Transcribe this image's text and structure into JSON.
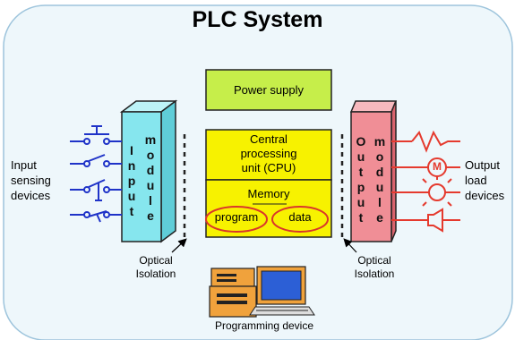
{
  "title": "PLC System",
  "blocks": {
    "power_supply": "Power supply",
    "cpu": [
      "Central",
      "processing",
      "unit (CPU)"
    ],
    "memory": "Memory",
    "program": "program",
    "data": "data"
  },
  "input_module": {
    "col1": [
      "I",
      "n",
      "p",
      "u",
      "t"
    ],
    "col2": [
      "m",
      "o",
      "d",
      "u",
      "l",
      "e"
    ]
  },
  "output_module": {
    "col1": [
      "O",
      "u",
      "t",
      "p",
      "u",
      "t"
    ],
    "col2": [
      "m",
      "o",
      "d",
      "u",
      "l",
      "e"
    ]
  },
  "labels": {
    "input_devices": [
      "Input",
      "sensing",
      "devices"
    ],
    "output_devices": [
      "Output",
      "load",
      "devices"
    ],
    "optical_left": [
      "Optical",
      "Isolation"
    ],
    "optical_right": [
      "Optical",
      "Isolation"
    ],
    "programming_device": "Programming device",
    "motor_symbol": "M"
  },
  "colors": {
    "background_panel": "#eef7fb",
    "border": "#9dc4dc",
    "power_supply": "#c6ee4a",
    "cpu_memory": "#f7f200",
    "input_module": "#86e6ee",
    "output_module": "#f08e96",
    "wiring": "#1f33c8",
    "load_devices": "#e53a2e",
    "ellipse": "#d9362b",
    "computer_case": "#f0a23c",
    "screen": "#2c5fd6"
  }
}
